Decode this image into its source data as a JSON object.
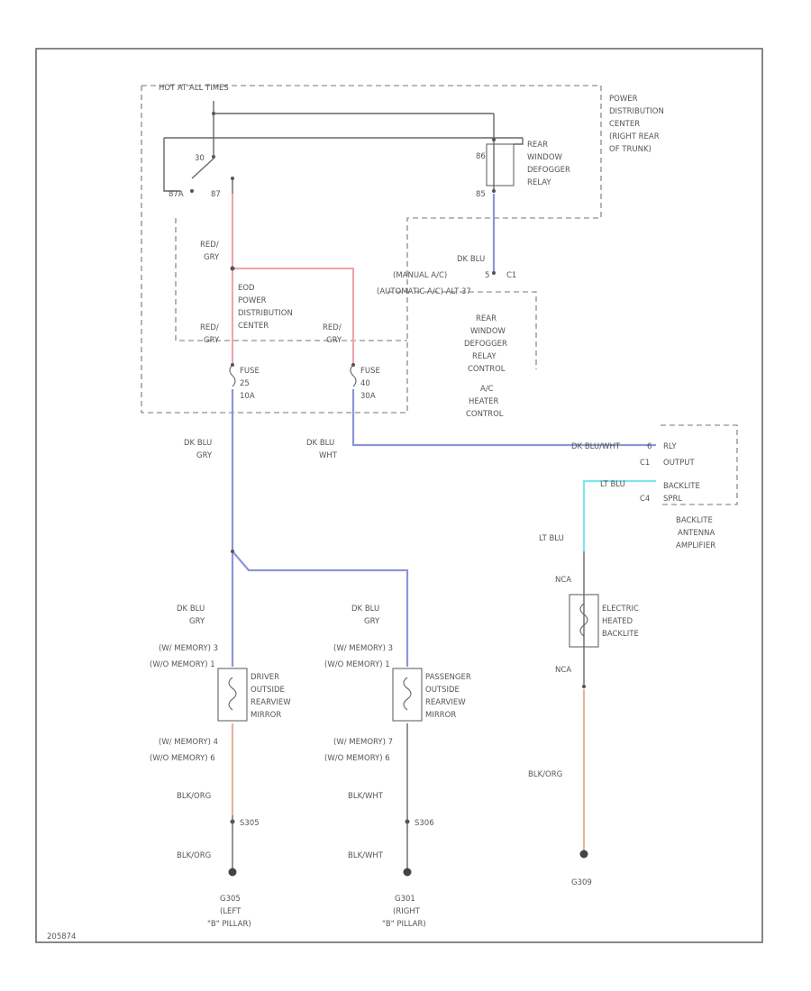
{
  "labels": {
    "hot_at_all_times": "HOT AT ALL TIMES",
    "pdc_1": "POWER",
    "pdc_2": "DISTRIBUTION",
    "pdc_3": "CENTER",
    "pdc_4": "(RIGHT REAR",
    "pdc_5": "OF TRUNK)",
    "relay_1": "REAR",
    "relay_2": "WINDOW",
    "relay_3": "DEFOGGER",
    "relay_4": "RELAY",
    "pin_30": "30",
    "pin_87a": "87A",
    "pin_87": "87",
    "pin_86": "86",
    "pin_85": "85",
    "red_gry_1": "RED/",
    "red_gry_2": "GRY",
    "eod_1": "EOD",
    "eod_2": "POWER",
    "eod_3": "DISTRIBUTION",
    "eod_4": "CENTER",
    "red_left_1": "RED/",
    "red_left_2": "GRY",
    "red_right_1": "RED/",
    "red_right_2": "GRY",
    "fuse_a_1": "FUSE",
    "fuse_a_2": "25",
    "fuse_a_3": "10A",
    "fuse_b_1": "FUSE",
    "fuse_b_2": "40",
    "fuse_b_3": "30A",
    "dk_blu_top": "DK BLU",
    "manual_ac": "(MANUAL A/C)",
    "manual_ac_pin": "5",
    "manual_ac_conn": "C1",
    "auto_ac": "(AUTOMATIC A/C) ALT 37",
    "rwd_1": "REAR",
    "rwd_2": "WINDOW",
    "rwd_3": "DEFOGGER",
    "rwd_4": "RELAY",
    "rwd_5": "CONTROL",
    "ac_1": "A/C",
    "ac_2": "HEATER",
    "ac_3": "CONTROL",
    "dk_blu_left_1": "DK BLU",
    "dk_blu_left_2": "GRY",
    "dk_blu_mid_1": "DK BLU",
    "dk_blu_mid_2": "WHT",
    "dk_blu_wht_right": "DK BLU/WHT",
    "amp_pin_6": "6",
    "rly_1": "RLY",
    "rly_2": "OUTPUT",
    "amp_c1": "C1",
    "backlite_1": "BACKLITE",
    "backlite_2": "SPRL",
    "amp_c4": "C4",
    "lt_blu_a": "LT BLU",
    "lt_blu_b": "LT BLU",
    "amp_1": "BACKLITE",
    "amp_2": "ANTENNA",
    "amp_3": "AMPLIFIER",
    "nca_top": "NCA",
    "nca_bottom": "NCA",
    "heated_1": "ELECTRIC",
    "heated_2": "HEATED",
    "heated_3": "BACKLITE",
    "dk_blu_drv_1": "DK BLU",
    "dk_blu_drv_2": "GRY",
    "dk_blu_pass_1": "DK BLU",
    "dk_blu_pass_2": "GRY",
    "drv_mem_1": "(W/ MEMORY) 3",
    "drv_mem_2": "(W/O MEMORY) 1",
    "pass_mem_1": "(W/ MEMORY) 3",
    "pass_mem_2": "(W/O MEMORY) 1",
    "drv_1": "DRIVER",
    "drv_2": "OUTSIDE",
    "drv_3": "REARVIEW",
    "drv_4": "MIRROR",
    "pass_1": "PASSENGER",
    "pass_2": "OUTSIDE",
    "pass_3": "REARVIEW",
    "pass_4": "MIRROR",
    "drv_mem_3": "(W/ MEMORY) 4",
    "drv_mem_4": "(W/O MEMORY) 6",
    "pass_mem_3": "(W/ MEMORY) 7",
    "pass_mem_4": "(W/O MEMORY) 6",
    "blk_org_drv": "BLK/ORG",
    "blk_wht_pass": "BLK/WHT",
    "blk_org_heat": "BLK/ORG",
    "splice_left": "S305",
    "splice_right": "S306",
    "blk_org_drv_2": "BLK/ORG",
    "blk_wht_pass_2": "BLK/WHT",
    "g305_1": "G305",
    "g305_2": "(LEFT",
    "g305_3": "\"B\" PILLAR)",
    "g301_1": "G301",
    "g301_2": "(RIGHT",
    "g301_3": "\"B\" PILLAR)",
    "g309": "G309",
    "figure_id": "205874"
  },
  "colors": {
    "dk_blu_wire": "#8d95d8",
    "red_wire": "#f0a3ac",
    "lt_blu_wire": "#7fe5ea",
    "org_wire": "#e7b49b",
    "line": "#666666"
  }
}
